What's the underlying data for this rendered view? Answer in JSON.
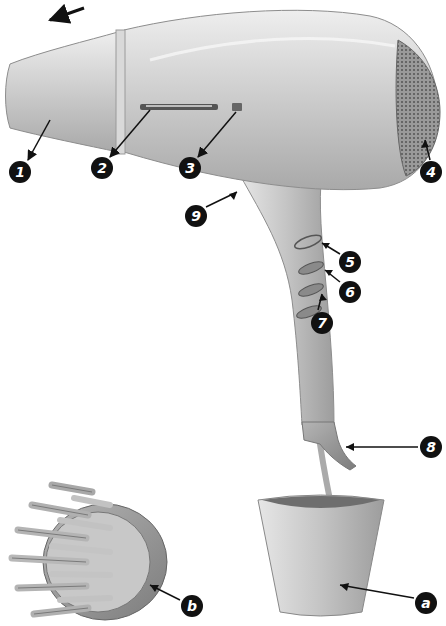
{
  "diagram": {
    "labels": [
      "1",
      "2",
      "3",
      "4",
      "5",
      "6",
      "7",
      "8",
      "9",
      "a",
      "b"
    ]
  }
}
